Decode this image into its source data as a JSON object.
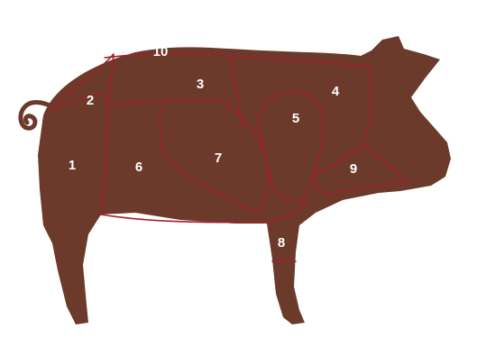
{
  "diagram": {
    "colors": {
      "body": "#6b3a2a",
      "cut_lines": "#a0202c",
      "labels": "#ffffff",
      "background": "#ffffff"
    },
    "cuts": [
      {
        "id": "cut-1",
        "label": "1"
      },
      {
        "id": "cut-2",
        "label": "2"
      },
      {
        "id": "cut-3",
        "label": "3"
      },
      {
        "id": "cut-4",
        "label": "4"
      },
      {
        "id": "cut-5",
        "label": "5"
      },
      {
        "id": "cut-6",
        "label": "6"
      },
      {
        "id": "cut-7",
        "label": "7"
      },
      {
        "id": "cut-8",
        "label": "8"
      },
      {
        "id": "cut-9",
        "label": "9"
      },
      {
        "id": "cut-10",
        "label": "10"
      }
    ]
  }
}
